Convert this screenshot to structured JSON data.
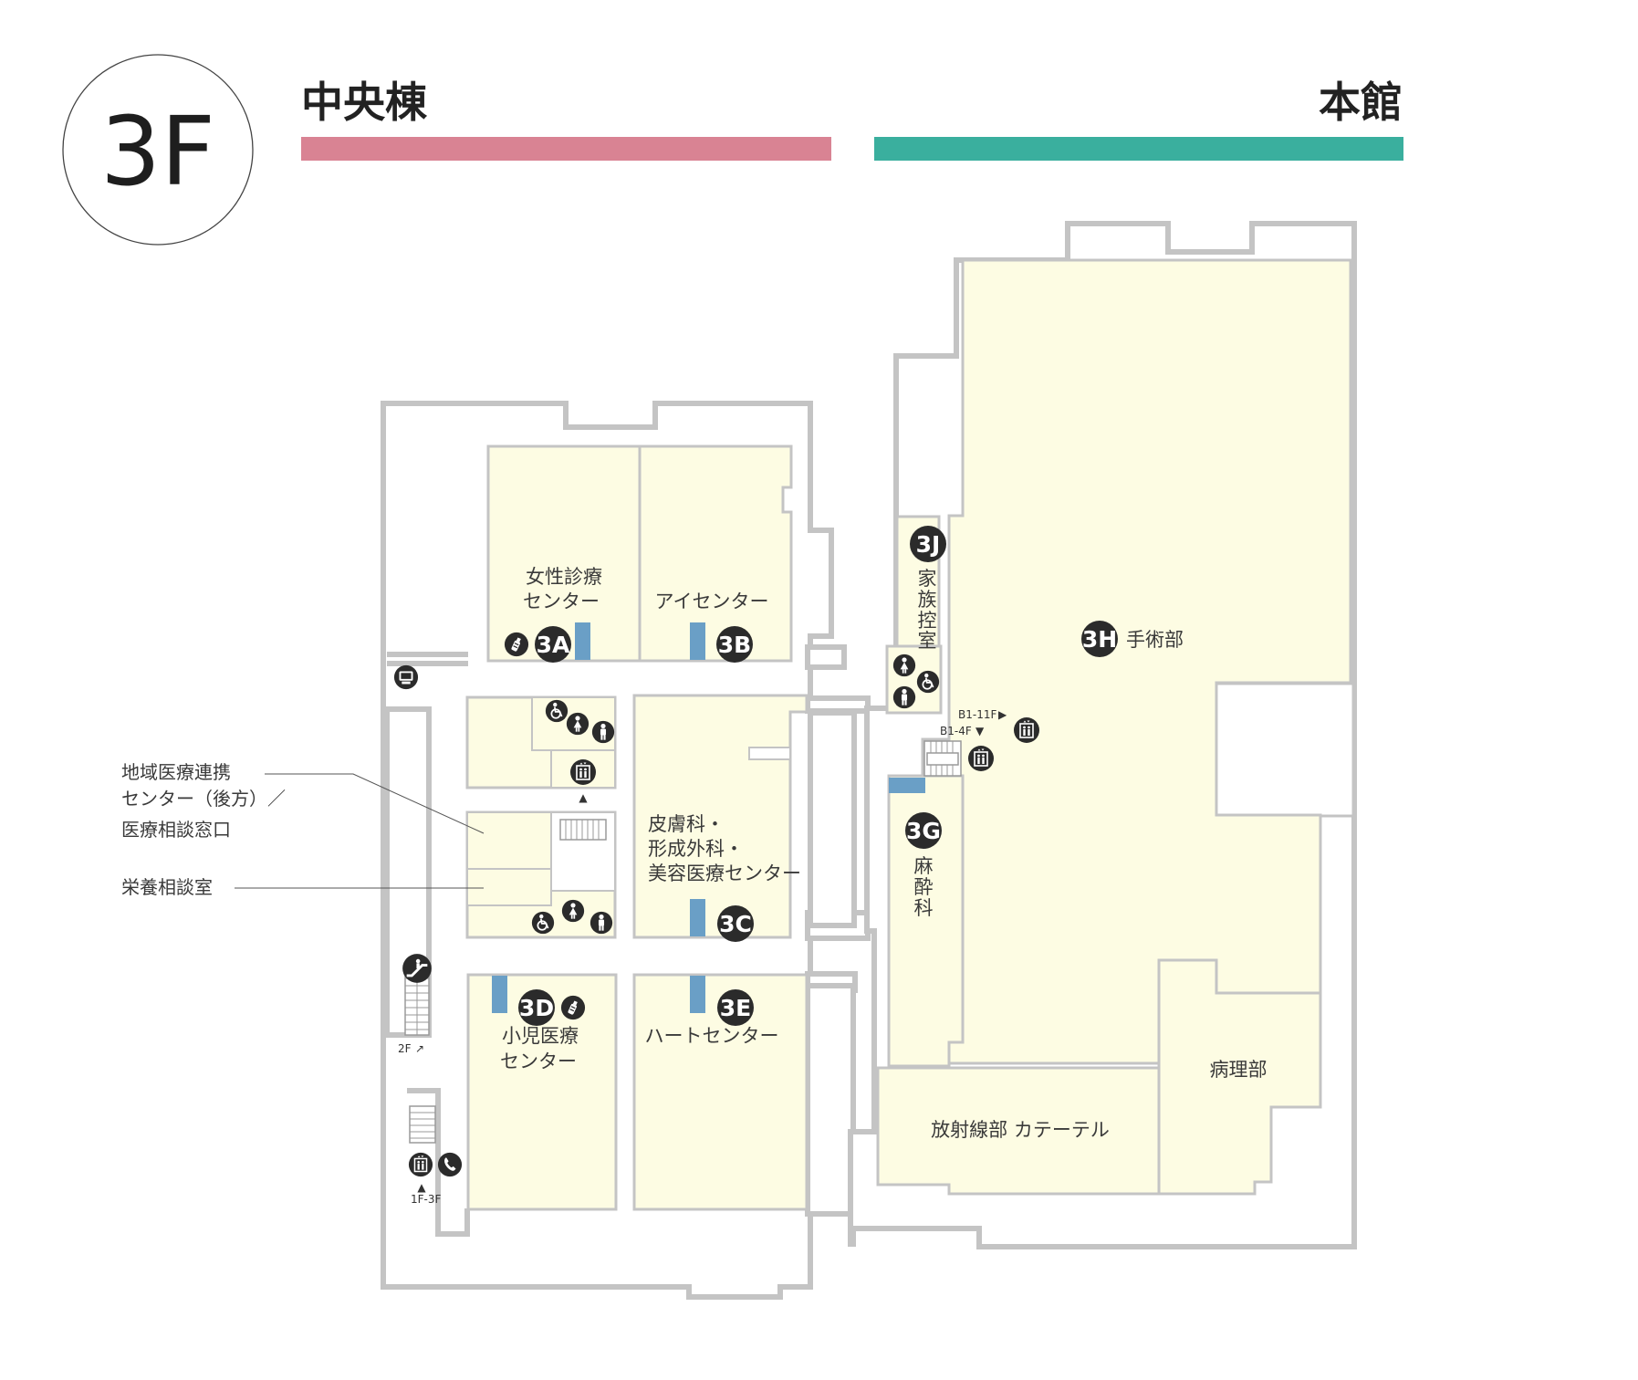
{
  "floor": "3F",
  "buildings": {
    "central": {
      "name": "中央棟",
      "color": "#d98393"
    },
    "main": {
      "name": "本館",
      "color": "#3aaf9e"
    }
  },
  "colors": {
    "room_fill": "#fdfce3",
    "wall": "#c4c4c4",
    "desk": "#6a9fc6",
    "badge": "#2b2b2b"
  },
  "rooms": {
    "womens": {
      "id": "3A",
      "lines": [
        "女性診療",
        "センター"
      ]
    },
    "eye": {
      "id": "3B",
      "name": "アイセンター"
    },
    "derma": {
      "id": "3C",
      "lines": [
        "皮膚科・",
        "形成外科・",
        "美容医療センター"
      ]
    },
    "pediatric": {
      "id": "3D",
      "lines": [
        "小児医療",
        "センター"
      ]
    },
    "heart": {
      "id": "3E",
      "name": "ハートセンター"
    },
    "anesthesia": {
      "id": "3G",
      "vertical": [
        "麻",
        "酔",
        "科"
      ]
    },
    "surgery": {
      "id": "3H",
      "name": "手術部"
    },
    "family_waiting": {
      "id": "3J",
      "vertical": [
        "家",
        "族",
        "控",
        "室"
      ]
    },
    "pathology": {
      "name": "病理部"
    },
    "radiology": {
      "name": "放射線部 カテーテル"
    }
  },
  "callouts": {
    "regional": [
      "地域医療連携",
      "センター（後方）／",
      "医療相談窓口"
    ],
    "nutrition": "栄養相談室"
  },
  "labels": {
    "elevator_main_a": "B1-11F",
    "elevator_main_b": "B1-4F",
    "escalator": "2F",
    "elevator_central": "1F-3F"
  },
  "icons": {
    "nursing": "baby-bottle-icon",
    "accessible_toilet": "wheelchair-icon",
    "womens_toilet": "female-icon",
    "mens_toilet": "male-icon",
    "elevator": "elevator-icon",
    "escalator": "escalator-icon",
    "phone": "telephone-icon",
    "atm": "atm-icon"
  }
}
